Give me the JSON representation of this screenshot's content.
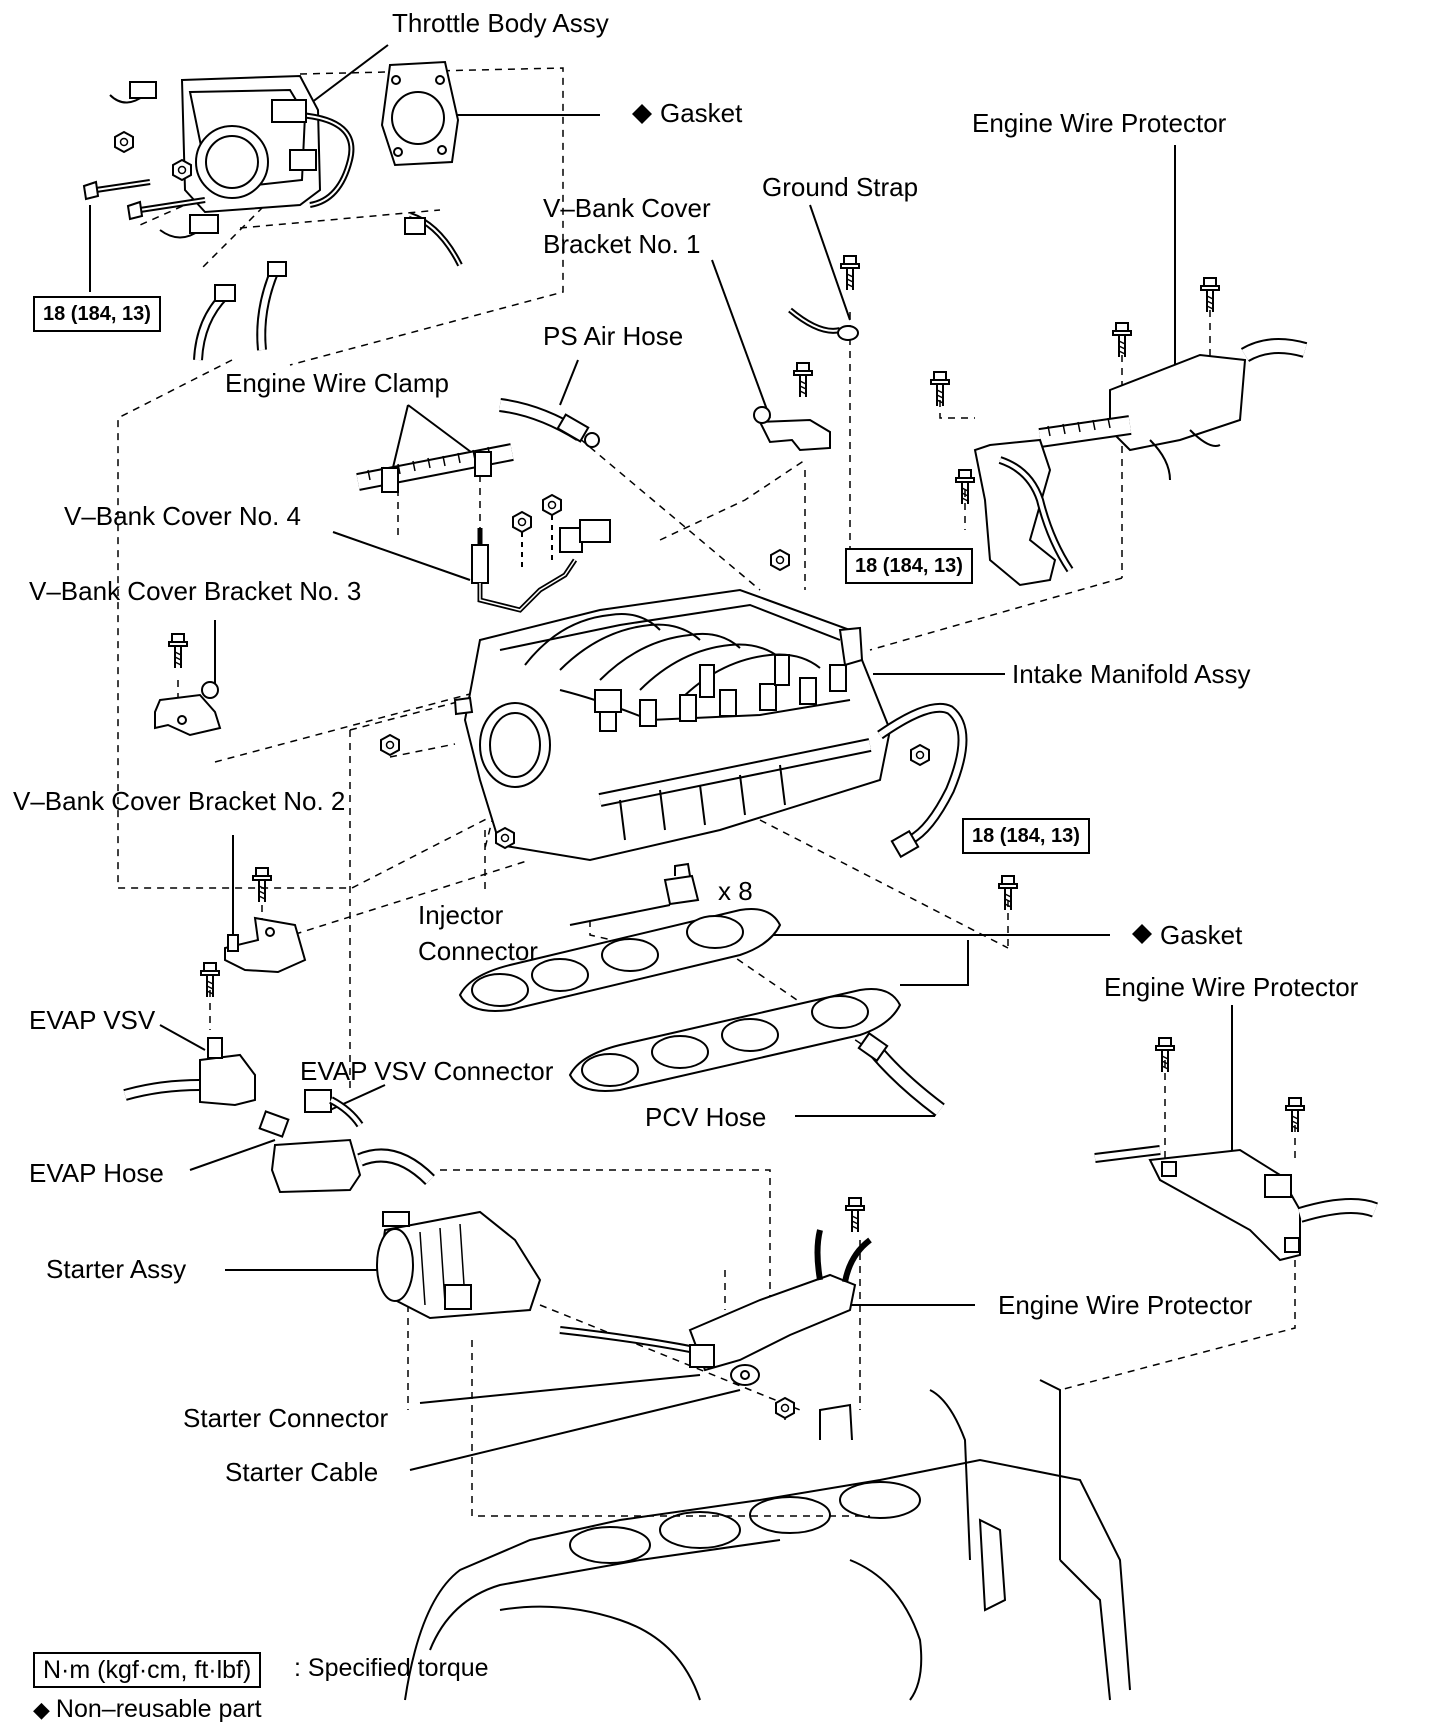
{
  "labels": {
    "throttle_body_assy": "Throttle Body Assy",
    "gasket_top": "Gasket",
    "engine_wire_protector_top": "Engine Wire Protector",
    "ground_strap": "Ground Strap",
    "vbank_cover_bracket_no1": "V–Bank Cover\nBracket No. 1",
    "ps_air_hose": "PS Air Hose",
    "engine_wire_clamp": "Engine Wire Clamp",
    "vbank_cover_no4": "V–Bank Cover No. 4",
    "vbank_cover_bracket_no3": "V–Bank Cover Bracket No. 3",
    "intake_manifold_assy": "Intake Manifold Assy",
    "vbank_cover_bracket_no2": "V–Bank Cover Bracket No. 2",
    "injector_connector": "Injector\nConnector",
    "x8": "x 8",
    "gasket_mid": "Gasket",
    "engine_wire_protector_mid": "Engine Wire Protector",
    "evap_vsv": "EVAP VSV",
    "evap_vsv_connector": "EVAP VSV Connector",
    "pcv_hose": "PCV Hose",
    "evap_hose": "EVAP Hose",
    "starter_assy": "Starter Assy",
    "engine_wire_protector_bottom": "Engine Wire Protector",
    "starter_connector": "Starter Connector",
    "starter_cable": "Starter Cable"
  },
  "torque": {
    "throttle_bolt": "18 (184, 13)",
    "manifold_nut": "18 (184, 13)",
    "manifold_bolt": "18 (184, 13)"
  },
  "symbols": {
    "non_reusable_mark": "◆"
  },
  "legend": {
    "torque_unit": "N·m (kgf·cm, ft·lbf)",
    "torque_desc": ": Specified torque",
    "non_reusable": "Non–reusable part"
  }
}
